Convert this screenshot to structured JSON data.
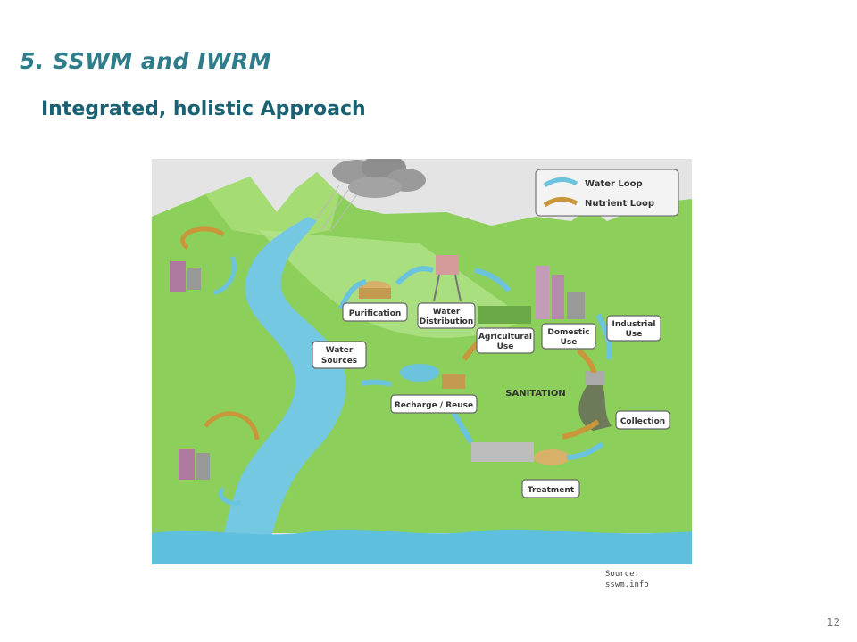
{
  "slide": {
    "title": "5. SSWM and IWRM",
    "subtitle": "Integrated, holistic Approach",
    "source_line1": "Source:",
    "source_line2": "sswm.info",
    "page_number": "12"
  },
  "diagram": {
    "legend": {
      "water_loop": "Water Loop",
      "nutrient_loop": "Nutrient Loop",
      "water_color": "#6cc3dd",
      "nutrient_color": "#c9963a"
    },
    "labels": {
      "purification": "Purification",
      "water_distribution_1": "Water",
      "water_distribution_2": "Distribution",
      "water_sources_1": "Water",
      "water_sources_2": "Sources",
      "agricultural_1": "Agricultural",
      "agricultural_2": "Use",
      "domestic_1": "Domestic",
      "domestic_2": "Use",
      "industrial_1": "Industrial",
      "industrial_2": "Use",
      "sanitation": "SANITATION",
      "recharge": "Recharge / Reuse",
      "collection": "Collection",
      "treatment": "Treatment"
    }
  }
}
